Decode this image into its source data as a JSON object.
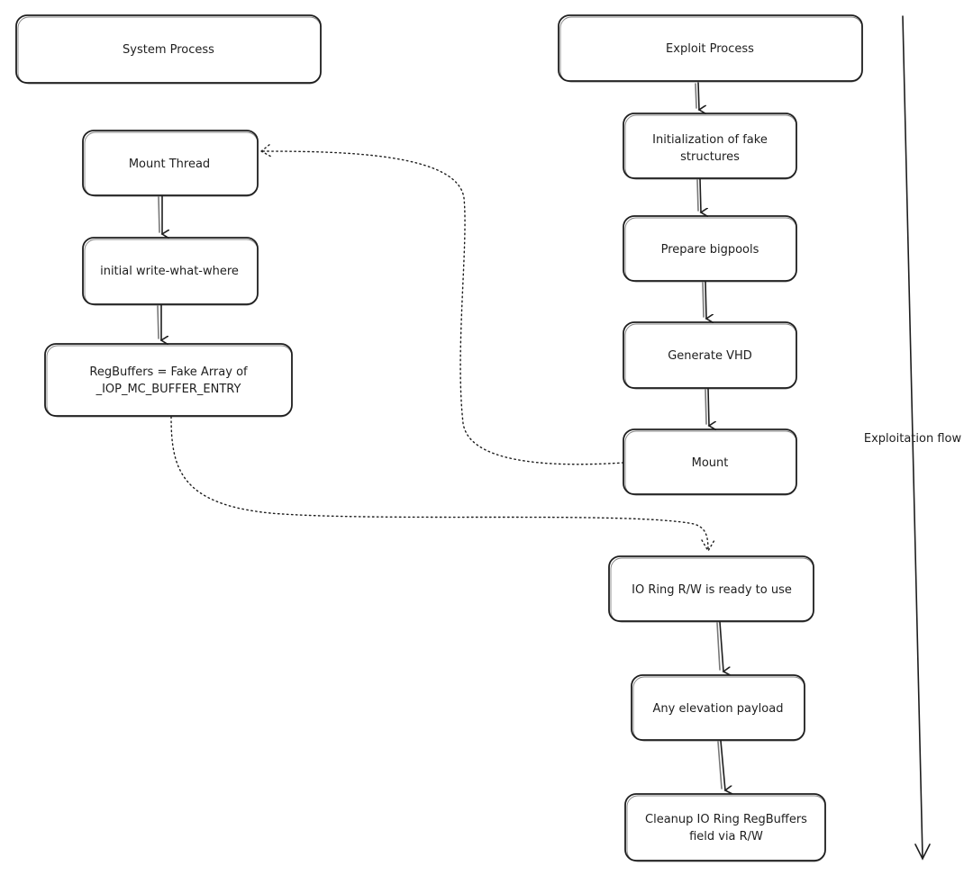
{
  "lanes": {
    "left_header": "System Process",
    "right_header": "Exploit Process"
  },
  "left_nodes": {
    "mount_thread": "Mount Thread",
    "initial_www": "initial write-what-where",
    "regbuffers_line1": "RegBuffers = Fake Array of",
    "regbuffers_line2": "_IOP_MC_BUFFER_ENTRY"
  },
  "right_nodes": {
    "init_fake_line1": "Initialization of fake",
    "init_fake_line2": "structures",
    "prepare_bigpools": "Prepare bigpools",
    "generate_vhd": "Generate VHD",
    "mount": "Mount",
    "ioring_ready": "IO Ring R/W is ready to use",
    "elevation_payload": "Any elevation payload",
    "cleanup_line1": "Cleanup IO Ring RegBuffers",
    "cleanup_line2": "field via R/W"
  },
  "timeline": {
    "label": "Exploitation flow"
  }
}
